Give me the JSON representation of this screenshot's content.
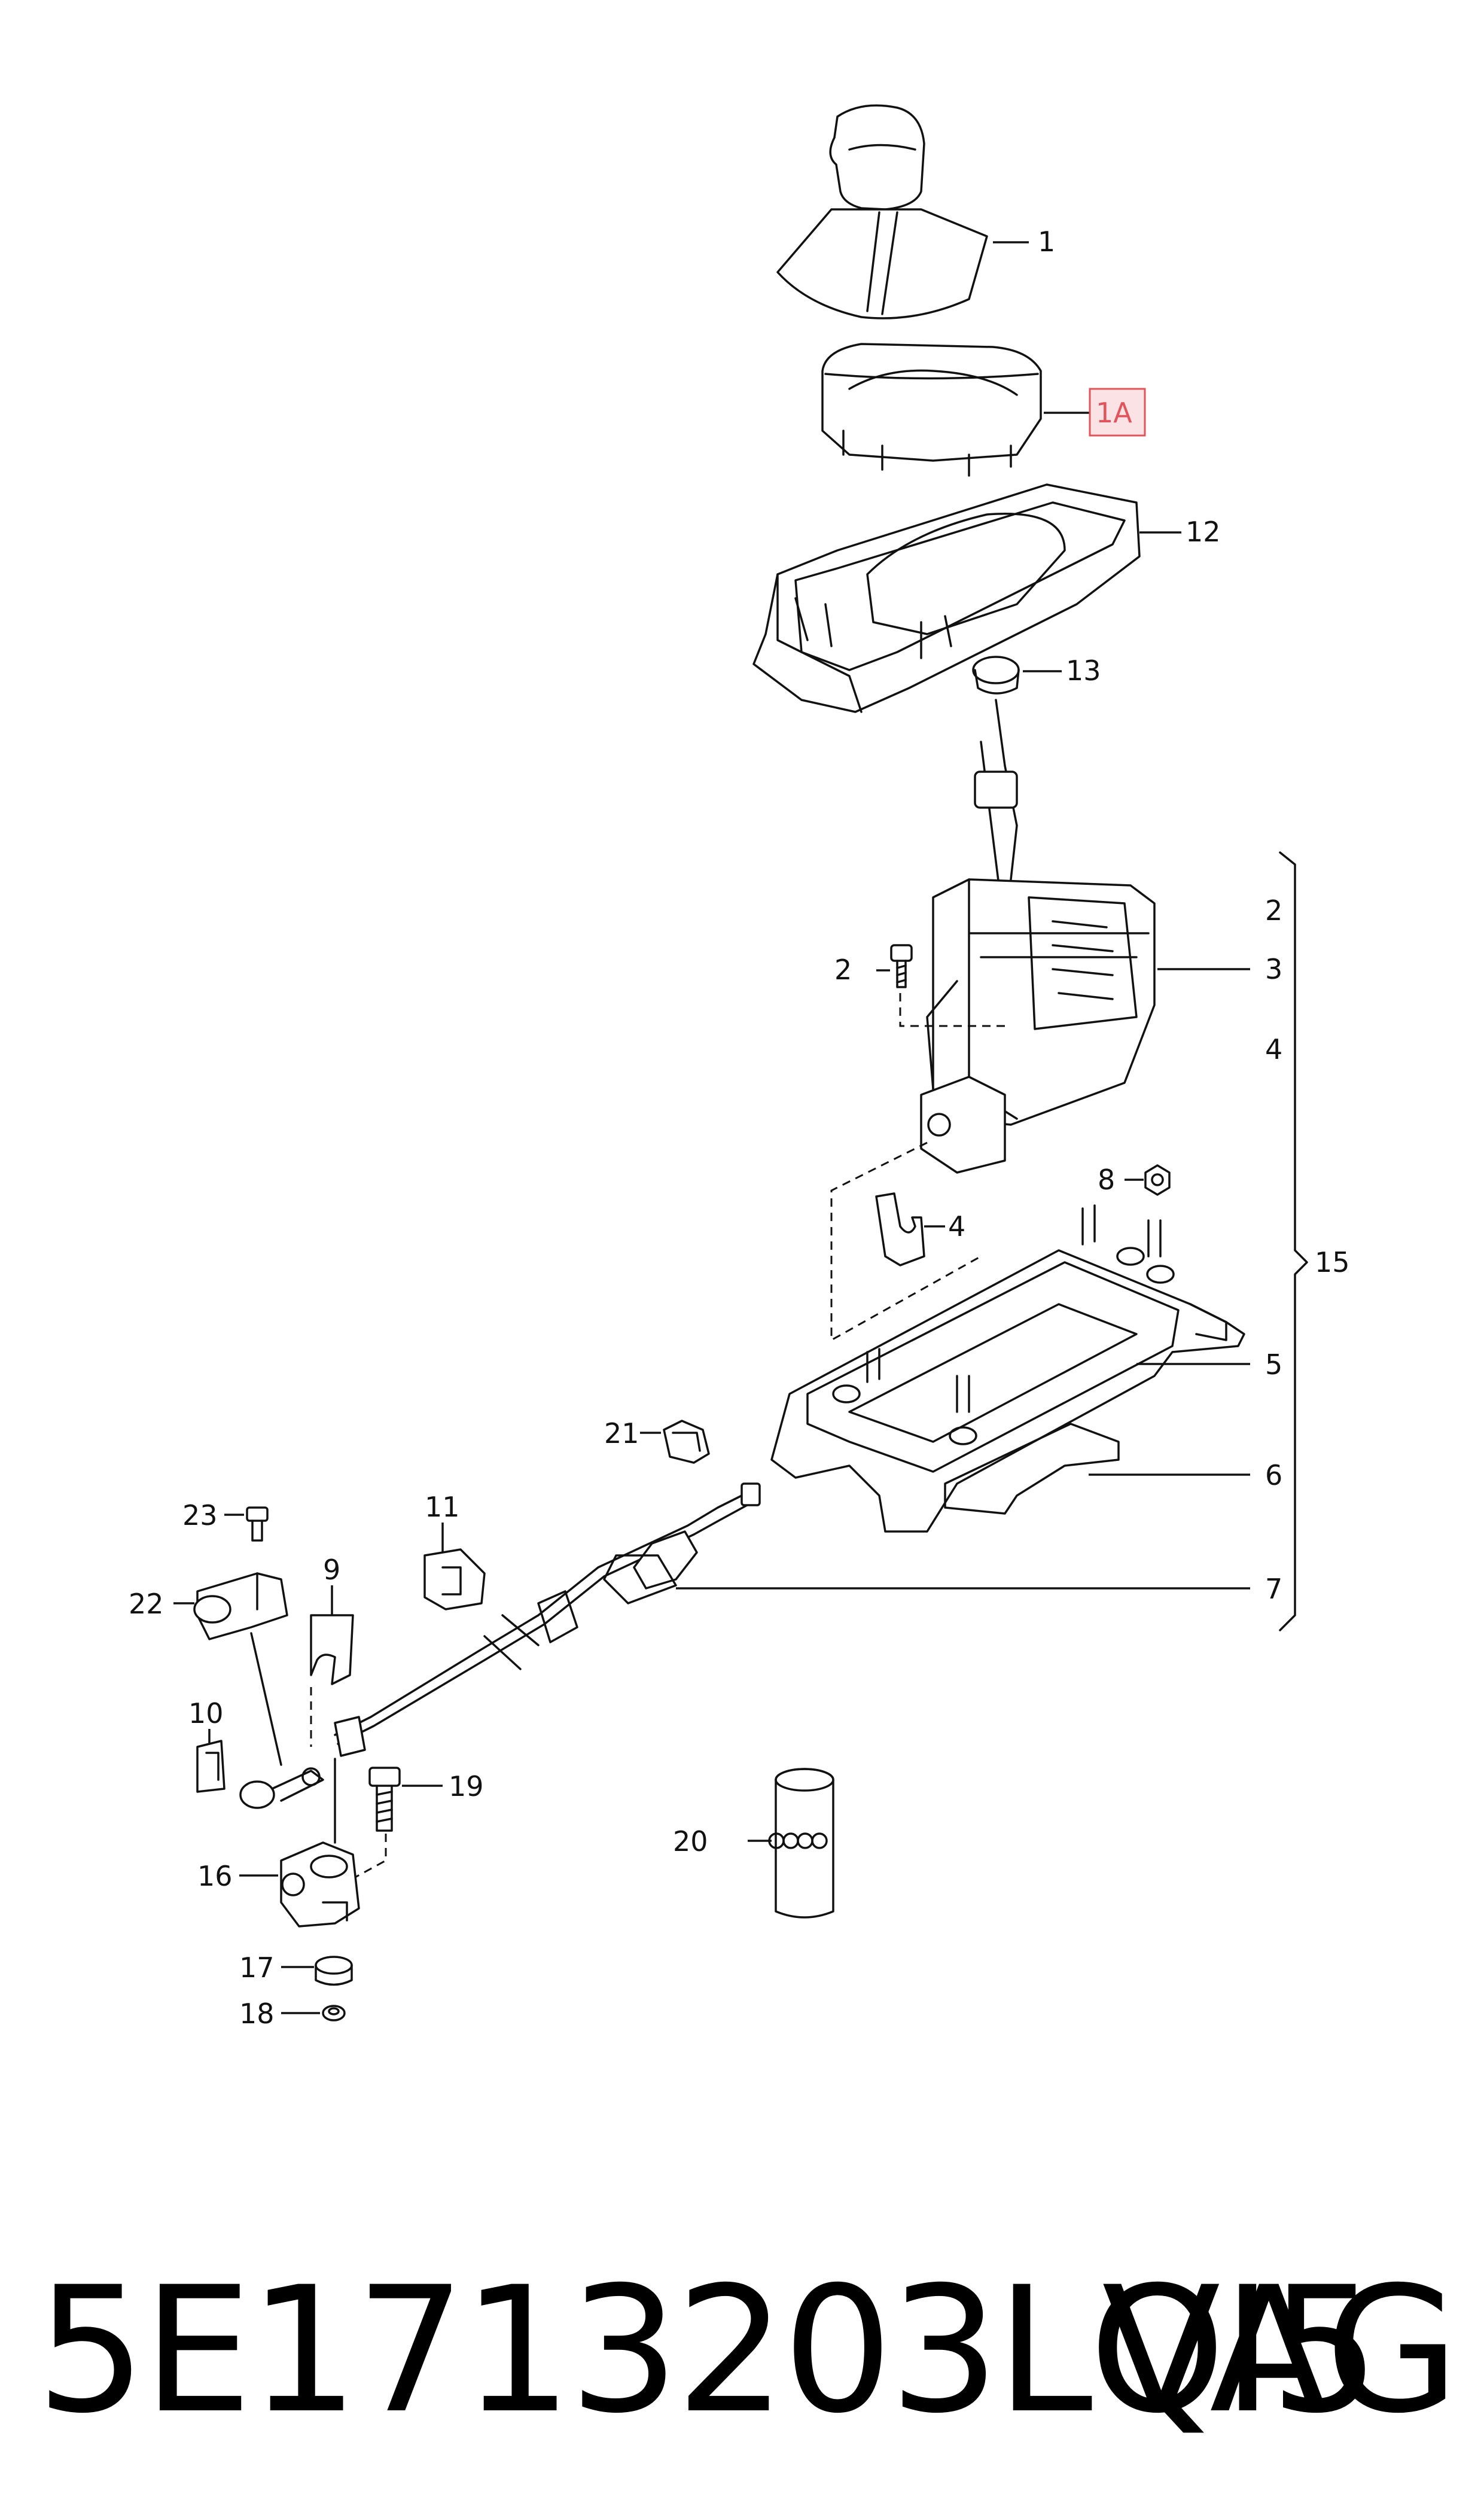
{
  "callouts": {
    "c1": "1",
    "c1a": "1A",
    "c12": "12",
    "c13": "13",
    "c2a": "2",
    "c2b": "2",
    "c3": "3",
    "c4a": "4",
    "c4b": "4",
    "c8": "8",
    "c15": "15",
    "c5": "5",
    "c21": "21",
    "c6": "6",
    "c7": "7",
    "c23": "23",
    "c11": "11",
    "c9": "9",
    "c22": "22",
    "c10": "10",
    "c19": "19",
    "c16": "16",
    "c17": "17",
    "c18": "18",
    "c20": "20"
  },
  "footer": {
    "part_number": "5E1713203LQI5",
    "brand": "VAG"
  },
  "colors": {
    "highlight_fill": "#fbe3e5",
    "highlight_stroke": "#e0545c",
    "line": "#111111"
  }
}
